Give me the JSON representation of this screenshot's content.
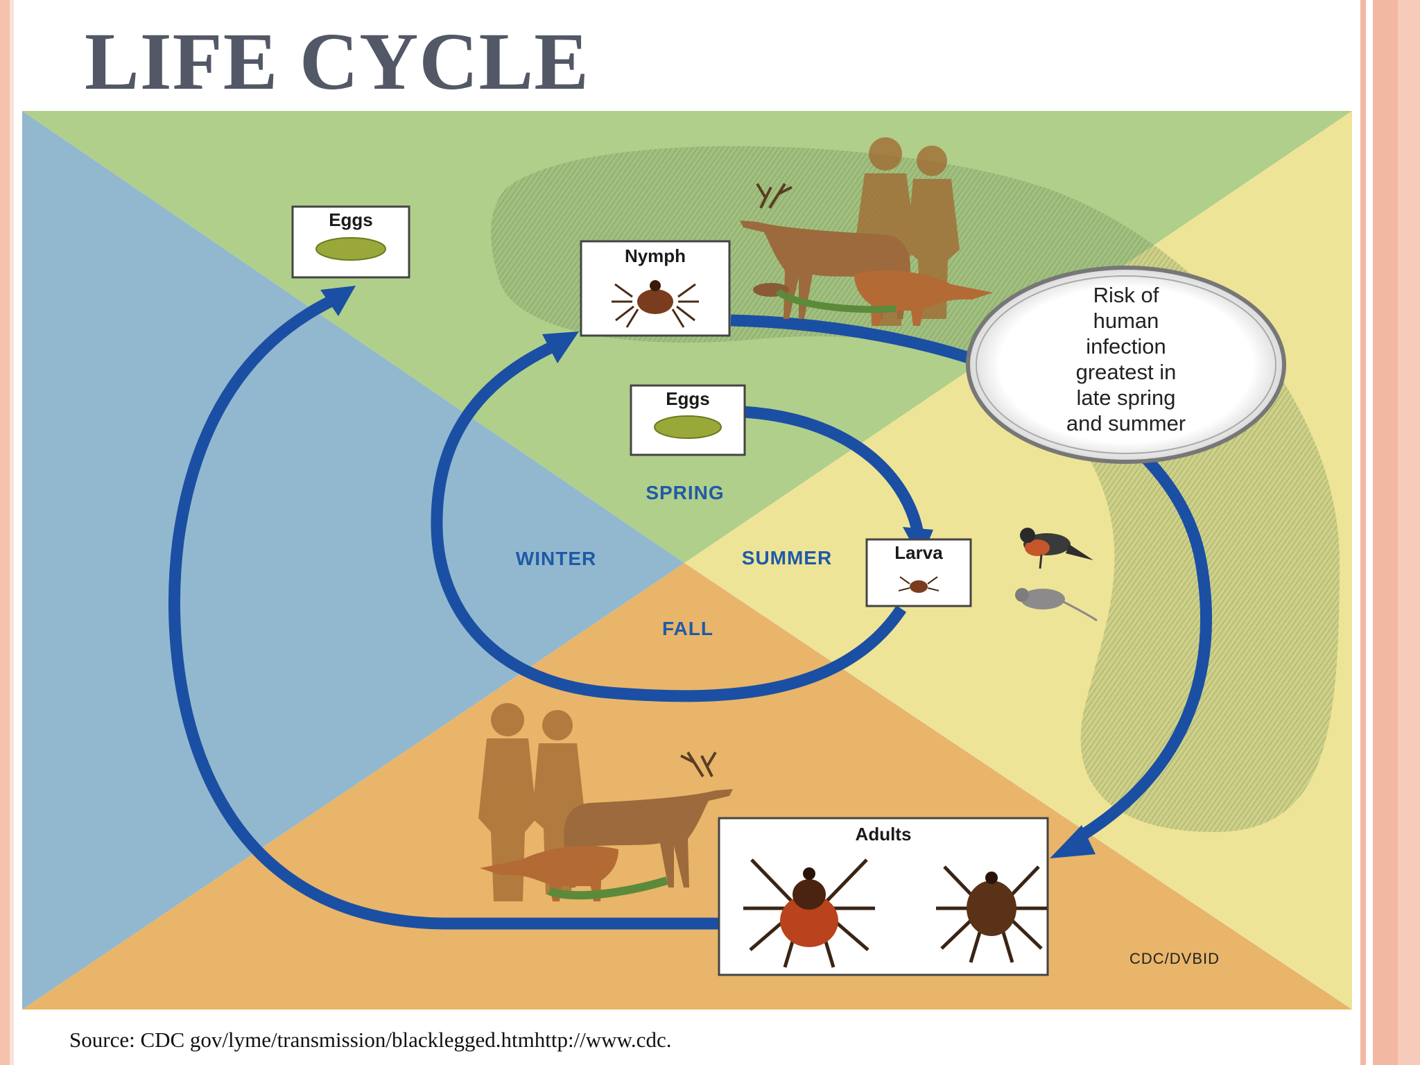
{
  "slide": {
    "title": "LIFE CYCLE",
    "source": "Source: CDC gov/lyme/transmission/blacklegged.htmhttp://www.cdc."
  },
  "diagram": {
    "stages": {
      "eggs_outer": "Eggs",
      "nymph": "Nymph",
      "eggs_inner": "Eggs",
      "larva": "Larva",
      "adults": "Adults"
    },
    "seasons": {
      "spring": "SPRING",
      "summer": "SUMMER",
      "fall": "FALL",
      "winter": "WINTER"
    },
    "risk_note": [
      "Risk of",
      "human",
      "infection",
      "greatest in",
      "late spring",
      "and summer"
    ],
    "credit": "CDC/DVBID",
    "colors": {
      "winter": "#92b8cf",
      "spring": "#b0cf8a",
      "summer": "#eee497",
      "fall": "#e8b56a",
      "arrow": "#1b4fa3",
      "season_text": "#1f5aa8"
    }
  }
}
